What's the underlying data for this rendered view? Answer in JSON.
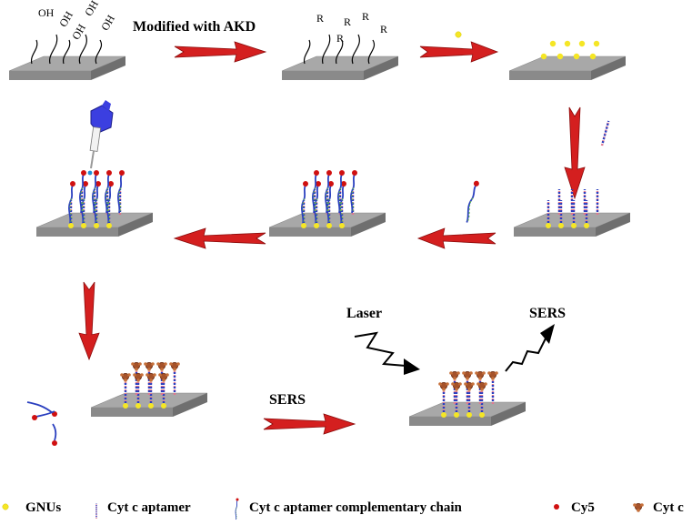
{
  "labels": {
    "step1": "Modified with AKD",
    "oh": "OH",
    "r": "R",
    "sers_arrow": "SERS",
    "laser": "Laser",
    "sers_signal": "SERS"
  },
  "legend": [
    {
      "icon": "gnu-dot",
      "label": "GNUs"
    },
    {
      "icon": "aptamer-strand",
      "label": "Cyt c aptamer"
    },
    {
      "icon": "complementary-strand",
      "label": "Cyt c aptamer complementary chain"
    },
    {
      "icon": "cy5-dot",
      "label": "Cy5"
    },
    {
      "icon": "cytc-molecule",
      "label": "Cyt c"
    }
  ],
  "colors": {
    "arrow_red": "#d41f1f",
    "substrate_top": "#a8a8a8",
    "substrate_side": "#6f6f6f",
    "gnu_yellow": "#f5e625",
    "cy5_red": "#d01010",
    "strand_blue": "#2a3fbf",
    "strand_pink": "#e07890",
    "cytc_brown": "#a5522a",
    "glove_blue": "#3b3fe0"
  }
}
